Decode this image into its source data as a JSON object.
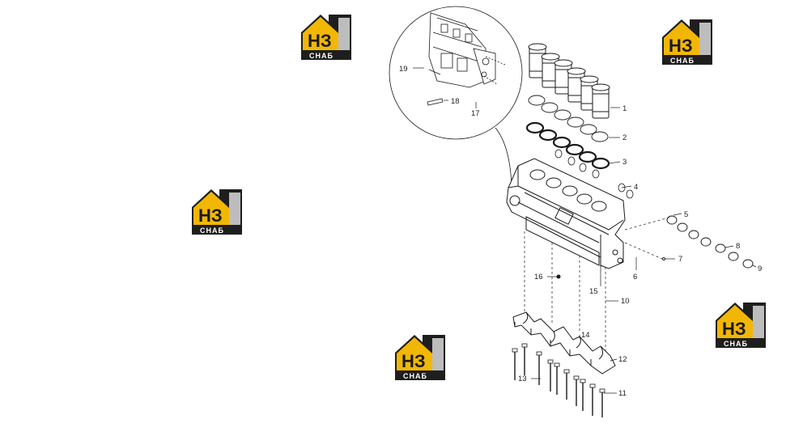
{
  "logo": {
    "mark": "НЗ",
    "caption": "СНАБ",
    "colors": {
      "yellow": "#f2b705",
      "dark": "#1e1e1e",
      "grey": "#bdbdbd"
    }
  },
  "callouts": [
    "1",
    "2",
    "3",
    "4",
    "5",
    "6",
    "7",
    "8",
    "9",
    "10",
    "11",
    "12",
    "13",
    "14",
    "15",
    "16",
    "17",
    "18",
    "19"
  ],
  "colors": {
    "line": "#1a1a1a",
    "fill": "#ffffff"
  }
}
